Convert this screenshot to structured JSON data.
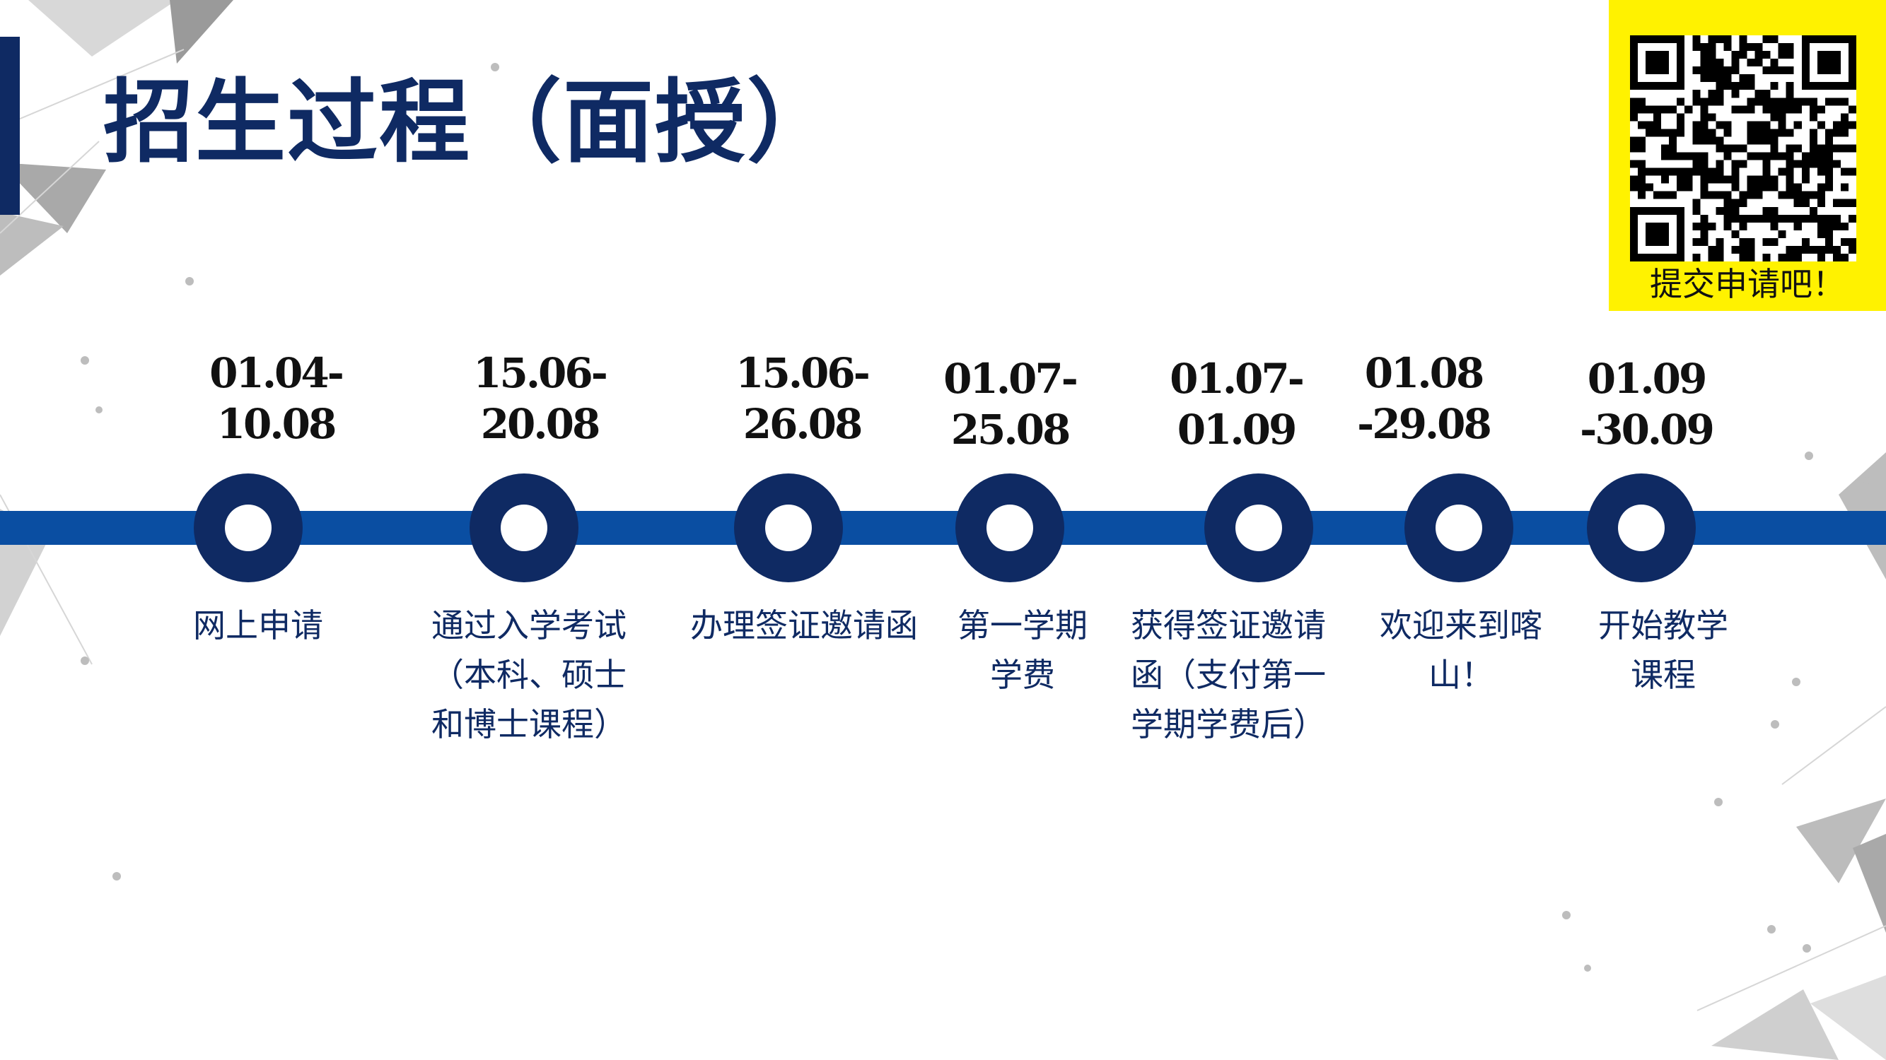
{
  "page": {
    "title": "招生过程（面授）",
    "qr_caption": "提交申请吧！"
  },
  "colors": {
    "navy": "#0f2a63",
    "track_blue": "#0a4ea2",
    "qr_background": "#fff200"
  },
  "icons": [
    "qr-code-icon"
  ],
  "timeline": {
    "steps": [
      {
        "date": "01.04-\n10.08",
        "label": "网上申请"
      },
      {
        "date": "15.06-\n20.08",
        "label": "通过入学考试\n（本科、硕士\n和博士课程）"
      },
      {
        "date": "15.06-\n26.08",
        "label": "办理签证邀请函"
      },
      {
        "date": "01.07-\n25.08",
        "label": "第一学期\n学费"
      },
      {
        "date": "01.07-\n01.09",
        "label": "获得签证邀请\n函（支付第一\n学期学费后）"
      },
      {
        "date": "01.08\n-29.08",
        "label": "欢迎来到喀\n山！"
      },
      {
        "date": "01.09\n-30.09",
        "label": "开始教学\n课程"
      }
    ]
  }
}
